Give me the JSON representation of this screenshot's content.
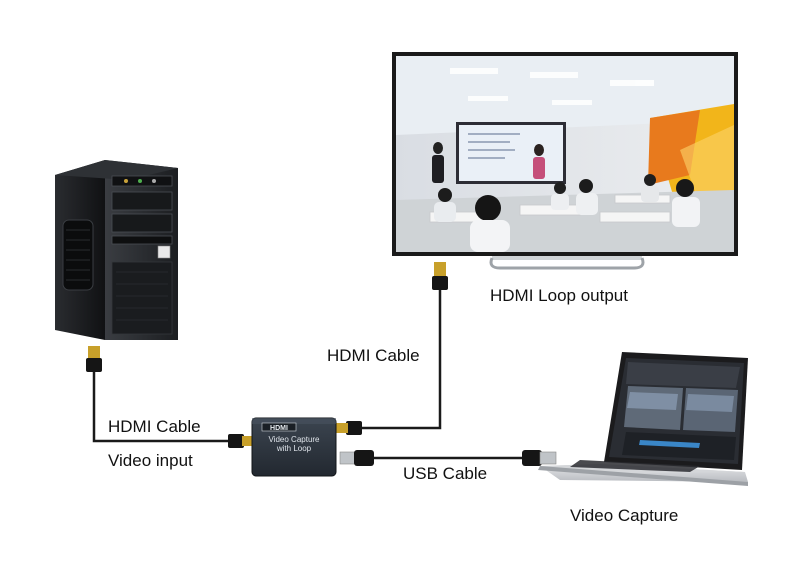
{
  "labels": {
    "hdmi_loop_output": "HDMI Loop output",
    "hdmi_cable_top": "HDMI Cable",
    "hdmi_cable_left": "HDMI Cable",
    "video_input": "Video input",
    "usb_cable": "USB Cable",
    "video_capture": "Video Capture"
  },
  "device": {
    "logo": "HDMI",
    "line1": "Video  Capture",
    "line2": "with Loop"
  },
  "colors": {
    "cable": "#1a1a1a",
    "connector_gold": "#c8a02a",
    "device_body": "#2f3640",
    "pc_body": "#1b1d20",
    "tv_bezel": "#1a1a1a"
  },
  "icons": [
    "desktop-pc-icon",
    "tv-icon",
    "laptop-icon",
    "capture-device-icon"
  ]
}
